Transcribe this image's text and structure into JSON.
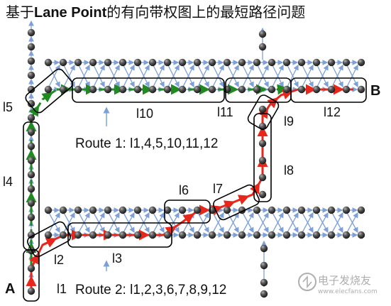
{
  "title": {
    "prefix": "基于",
    "bold": "Lane Point",
    "suffix": "的有向带权图上的最短路径问题"
  },
  "endpoints": {
    "start": "A",
    "end": "B"
  },
  "lane_labels": {
    "l1": "l1",
    "l2": "l2",
    "l3": "l3",
    "l4": "l4",
    "l5": "l5",
    "l6": "l6",
    "l7": "l7",
    "l8": "l8",
    "l9": "l9",
    "l10": "l10",
    "l11": "l11",
    "l12": "l12"
  },
  "routes": {
    "route1": {
      "label": "Route 1: l1,4,5,10,11,12",
      "color": "#1f8a1f"
    },
    "route2": {
      "label": "Route 2: l1,2,3,6,7,8,9,12",
      "color": "#e8271c"
    }
  },
  "colors": {
    "node": "#3a3a3a",
    "network_edge": "#7ea0d8",
    "lane_box": "#000000",
    "pointer": "#7fa7d8"
  },
  "watermark": {
    "line1": "电子发烧友",
    "line2": "www.elecfans.com"
  }
}
